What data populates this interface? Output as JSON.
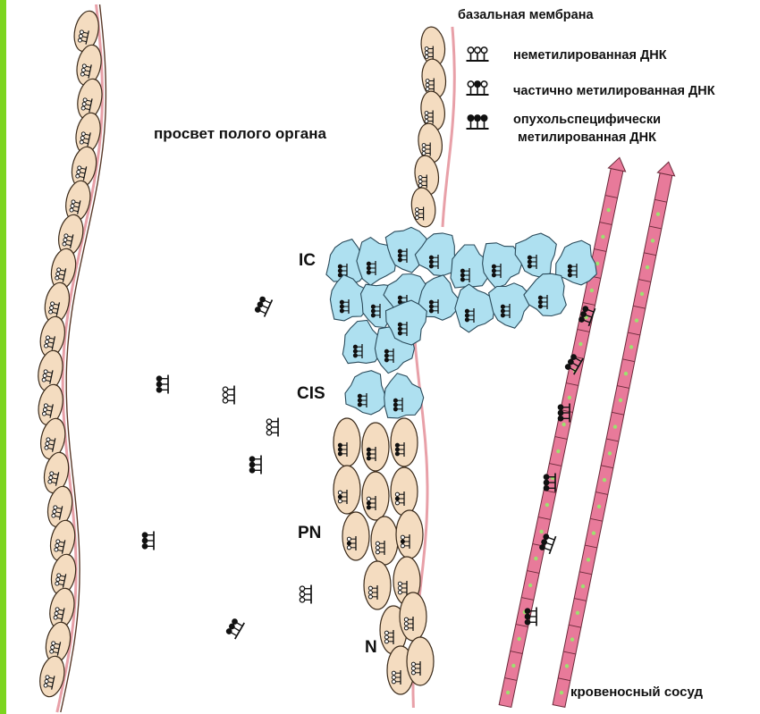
{
  "labels": {
    "lumen": "просвет полого органа",
    "basement_membrane": "базальная мембрана",
    "blood_vessel": "кровеносный сосуд"
  },
  "legend": [
    {
      "text": "неметилированная ДНК",
      "marker": [
        "open",
        "open",
        "open"
      ]
    },
    {
      "text": "частично метилированная ДНК",
      "marker": [
        "open",
        "filled",
        "open"
      ]
    },
    {
      "text": "опухольспецифически",
      "text2": "метилированная ДНК",
      "marker": [
        "filled",
        "filled",
        "filled"
      ]
    }
  ],
  "stages": {
    "ic": "IC",
    "cis": "CIS",
    "pn": "PN",
    "n": "N"
  },
  "colors": {
    "left_strip": "#7cd51f",
    "normal_cell_fill": "#f4dcc0",
    "normal_cell_stroke": "#3a2a1a",
    "tumor_cell_fill": "#aee0f0",
    "tumor_cell_stroke": "#2a4a5a",
    "membrane": "#e8a0a8",
    "vessel_wall": "#e87a9a",
    "vessel_dot": "#9ee070",
    "dna": "#111111"
  },
  "icons": {
    "dna_marker": "lollipop-dna-icon",
    "cell": "epithelial-cell-icon",
    "tumor_cell": "tumor-cell-icon"
  }
}
